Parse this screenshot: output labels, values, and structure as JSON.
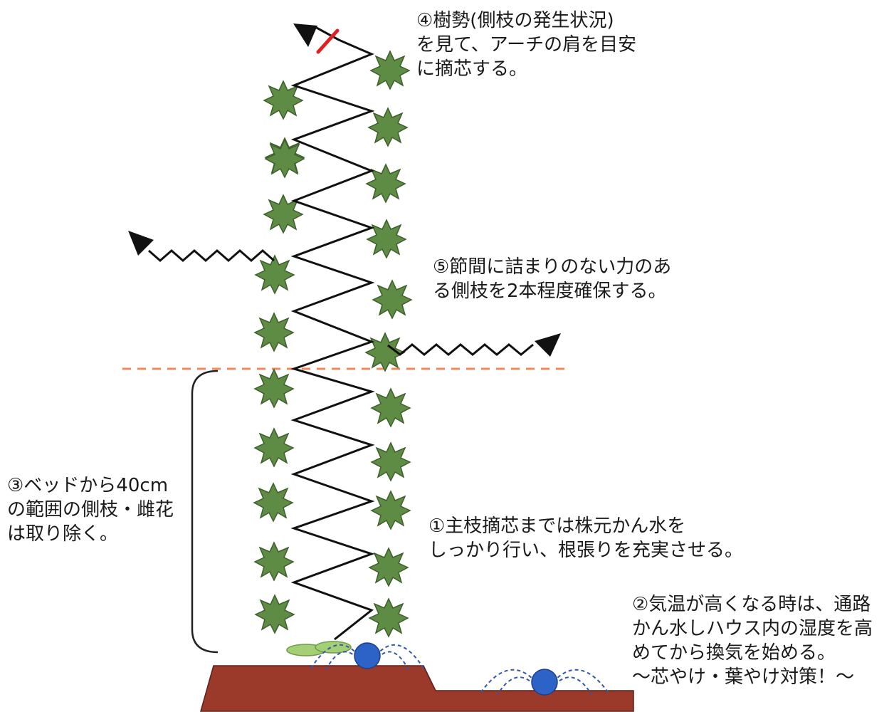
{
  "notes": {
    "note4": [
      "④樹勢(側枝の発生状況)",
      "を見て、アーチの肩を目安",
      "に摘芯する。"
    ],
    "note5": [
      "⑤節間に詰まりのない力のあ",
      "る側枝を2本程度確保する。"
    ],
    "note3": [
      "③ベッドから40cm",
      "の範囲の側枝・雌花",
      "は取り除く。"
    ],
    "note1": [
      "①主枝摘芯までは株元かん水を",
      "しっかり行い、根張りを充実させる。"
    ],
    "note2": [
      "②気温が高くなる時は、通路",
      "かん水しハウス内の湿度を高",
      "めてから換気を始める。",
      "～芯やけ・葉やけ対策！～"
    ]
  },
  "colors": {
    "soil": "#9b3a2b",
    "soil_edge": "#5a2018",
    "leaf": "#5e8c45",
    "leaf_edge": "#3e5f2c",
    "stem": "#111111",
    "pinch_mark": "#e02020",
    "guide_line": "#f08a5d",
    "drip": "#2d62c7",
    "drip_spray": "#3457a8",
    "cotyledon": "#a5cf77"
  },
  "icons": {
    "emitter": "water-drip-emitter-icon",
    "leaf": "cucumber-leaf-icon",
    "arrow": "arrowhead-icon",
    "cotyledon": "seedling-cotyledon-icon"
  }
}
